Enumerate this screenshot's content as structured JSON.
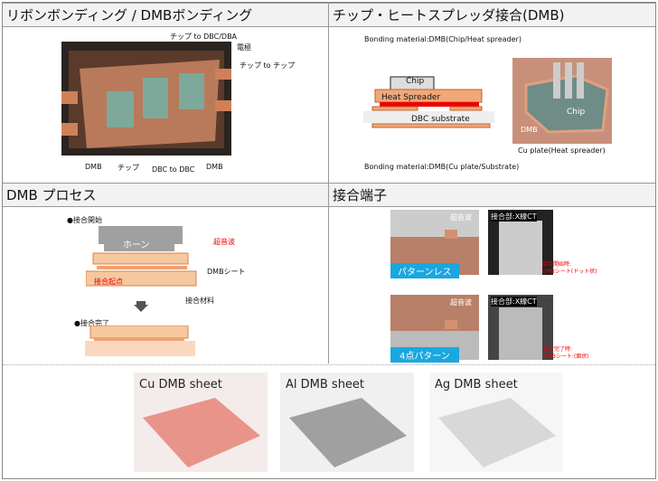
{
  "sections": {
    "ribbon": {
      "title": "リボンボンディング / DMBボンディング",
      "labels": {
        "chip_dbc": "チップ to DBC/DBA",
        "electrode": "電極",
        "chip_chip": "チップ to チップ",
        "dmb1": "DMB",
        "chip": "チップ",
        "dbc_dbc": "DBC to DBC",
        "dmb2": "DMB"
      }
    },
    "chip_hs": {
      "title": "チップ・ヒートスプレッダ接合(DMB)",
      "labels": {
        "bond_top": "Bonding material:DMB(Chip/Heat spreader)",
        "chip": "Chip",
        "heat_spreader": "Heat Spreader",
        "dbc": "DBC substrate",
        "bond_bottom": "Bonding material:DMB(Cu plate/Substrate)",
        "photo_chip": "Chip",
        "photo_dmb": "DMB",
        "cu_plate": "Cu plate(Heat spreader)"
      }
    },
    "process": {
      "title": "DMB プロセス",
      "labels": {
        "start": "●接合開始",
        "horn": "ホーン",
        "ultrasonic": "超音波",
        "sheet": "DMBシート",
        "origin": "接合起点",
        "material": "接合材料",
        "done": "●接合完了"
      }
    },
    "terminal": {
      "title": "接合端子",
      "labels": {
        "ultra1": "超音波",
        "patternless": "パターンレス",
        "xct1": "接合部:X線CT",
        "note1a": "接合開始時:",
        "note1b": "DMBシート(ドット状)",
        "ultra2": "超音波",
        "four_point": "4点パターン",
        "xct2": "接合部:X線CT",
        "note2a": "接合完了時:",
        "note2b": "DMBシート:(面状)"
      }
    }
  },
  "sheets": [
    {
      "label": "Cu DMB sheet",
      "color": "#e8948a"
    },
    {
      "label": "Al DMB sheet",
      "color": "#a0a0a0"
    },
    {
      "label": "Ag DMB sheet",
      "color": "#d8d8d8"
    }
  ]
}
